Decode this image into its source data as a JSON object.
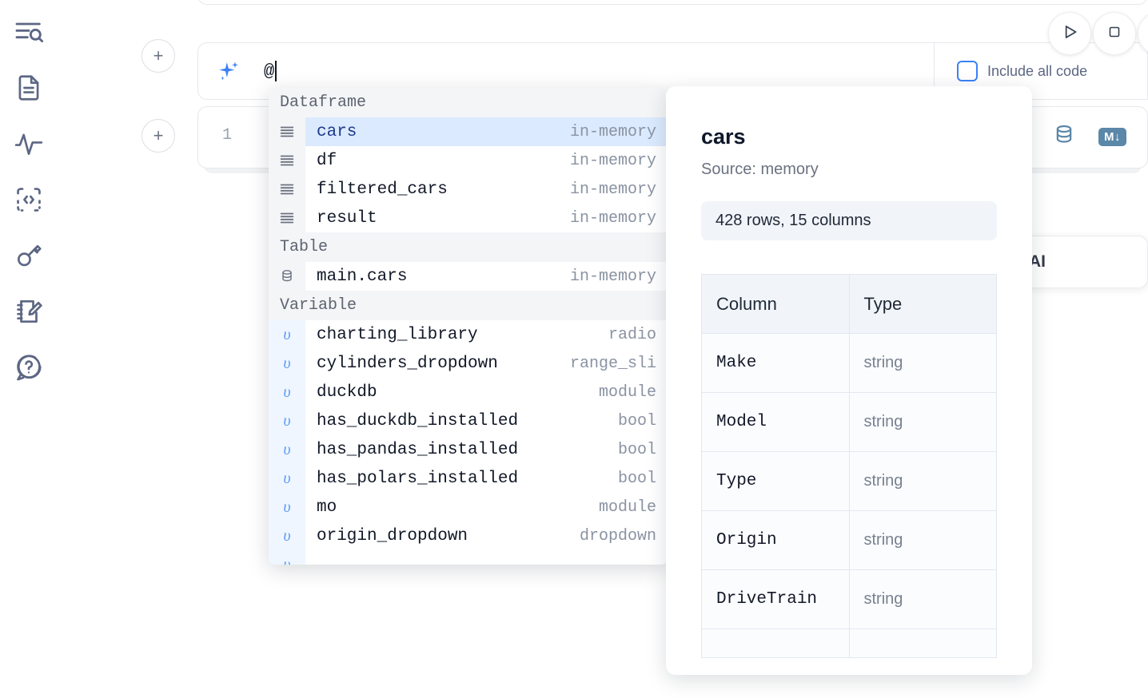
{
  "sidebar": {
    "items": [
      {
        "name": "outline-search-icon",
        "label": "Outline / Search"
      },
      {
        "name": "file-document-icon",
        "label": "File"
      },
      {
        "name": "activity-pulse-icon",
        "label": "Activity"
      },
      {
        "name": "code-embed-icon",
        "label": "Snippets"
      },
      {
        "name": "key-icon",
        "label": "Secrets"
      },
      {
        "name": "notebook-edit-icon",
        "label": "Scratchpad"
      },
      {
        "name": "help-chat-icon",
        "label": "Help"
      }
    ]
  },
  "toolbar": {
    "run_label": "Run",
    "stop_label": "Interrupt",
    "include_all_code_label": "Include all code",
    "include_all_code_checked": false
  },
  "prompt": {
    "value": "@",
    "sparkle_icon": "sparkle-icon",
    "add_button_label": "+"
  },
  "cell": {
    "line_number": "1",
    "database_icon": "database-icon",
    "markdown_badge": "M↓"
  },
  "ai_popover": {
    "label": "AI"
  },
  "autocomplete": {
    "groups": [
      {
        "label": "Dataframe",
        "icon": "dataframe-icon",
        "kind": "dataframe",
        "items": [
          {
            "name": "cars",
            "type": "in-memory",
            "selected": true
          },
          {
            "name": "df",
            "type": "in-memory",
            "selected": false
          },
          {
            "name": "filtered_cars",
            "type": "in-memory",
            "selected": false
          },
          {
            "name": "result",
            "type": "in-memory",
            "selected": false
          }
        ]
      },
      {
        "label": "Table",
        "icon": "database-icon",
        "kind": "table",
        "items": [
          {
            "name": "main.cars",
            "type": "in-memory",
            "selected": false
          }
        ]
      },
      {
        "label": "Variable",
        "icon": "variable-icon",
        "kind": "variable",
        "items": [
          {
            "name": "charting_library",
            "type": "radio",
            "selected": false
          },
          {
            "name": "cylinders_dropdown",
            "type": "range_sli",
            "selected": false
          },
          {
            "name": "duckdb",
            "type": "module",
            "selected": false
          },
          {
            "name": "has_duckdb_installed",
            "type": "bool",
            "selected": false
          },
          {
            "name": "has_pandas_installed",
            "type": "bool",
            "selected": false
          },
          {
            "name": "has_polars_installed",
            "type": "bool",
            "selected": false
          },
          {
            "name": "mo",
            "type": "module",
            "selected": false
          },
          {
            "name": "origin_dropdown",
            "type": "dropdown",
            "selected": false
          }
        ]
      }
    ]
  },
  "documentation": {
    "title": "cars",
    "source": "Source: memory",
    "stats": "428 rows, 15 columns",
    "table": {
      "headers": [
        "Column",
        "Type"
      ],
      "rows": [
        {
          "column": "Make",
          "type": "string"
        },
        {
          "column": "Model",
          "type": "string"
        },
        {
          "column": "Type",
          "type": "string"
        },
        {
          "column": "Origin",
          "type": "string"
        },
        {
          "column": "DriveTrain",
          "type": "string"
        }
      ]
    }
  },
  "colors": {
    "accent": "#3b82f6",
    "selected_row": "#dbeafe",
    "group_header_bg": "#f4f5f7",
    "icon": "#5c6784",
    "cell_badge": "#5b87a8"
  }
}
